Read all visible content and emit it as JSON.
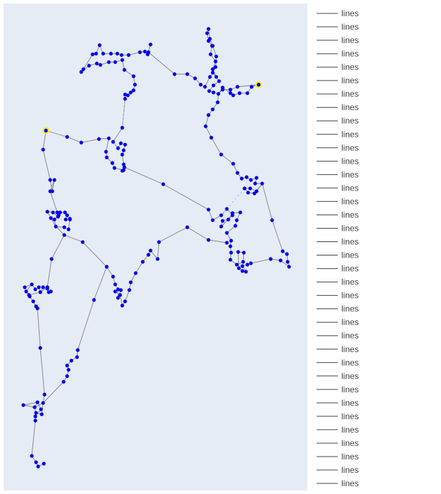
{
  "colors": {
    "plot_bg": "#e5ecf6",
    "page_bg": "#ffffff",
    "line": "#808080",
    "dash": "#a9c1dc",
    "marker": "#0000ee",
    "highlight": "#f7f21a",
    "legend_line": "#444444",
    "legend_text": "#444444"
  },
  "legend": {
    "placement": "right",
    "entries": [
      "lines",
      "lines",
      "lines",
      "lines",
      "lines",
      "lines",
      "lines",
      "lines",
      "lines",
      "lines",
      "lines",
      "lines",
      "lines",
      "lines",
      "lines",
      "lines",
      "lines",
      "lines",
      "lines",
      "lines",
      "lines",
      "lines",
      "lines",
      "lines",
      "lines",
      "lines",
      "lines",
      "lines",
      "lines",
      "lines",
      "lines",
      "lines",
      "lines",
      "lines",
      "lines",
      "lines"
    ]
  },
  "chart_data": {
    "type": "scatter",
    "title": "",
    "xlabel": "",
    "ylabel": "",
    "xlim": [
      0,
      430
    ],
    "ylim": [
      0,
      690
    ],
    "grid": false,
    "axes_visible": false,
    "dashed_segments": [
      [
        [
          172,
          135
        ],
        [
          168,
          176
        ]
      ],
      [
        [
          341,
          262
        ],
        [
          308,
          300
        ]
      ]
    ],
    "highlight": [
      [
        60,
        180
      ],
      [
        361,
        115
      ]
    ],
    "route": [
      [
        60,
        180
      ],
      [
        90,
        189
      ],
      [
        110,
        197
      ],
      [
        135,
        192
      ],
      [
        149,
        191
      ],
      [
        145,
        210
      ],
      [
        146,
        218
      ],
      [
        154,
        226
      ],
      [
        157,
        233
      ],
      [
        170,
        236
      ],
      [
        170,
        228
      ],
      [
        168,
        214
      ],
      [
        170,
        208
      ],
      [
        172,
        200
      ],
      [
        166,
        198
      ],
      [
        162,
        205
      ],
      [
        155,
        196
      ],
      [
        168,
        176
      ],
      [
        172,
        135
      ],
      [
        172,
        129
      ],
      [
        176,
        130
      ],
      [
        180,
        126
      ],
      [
        184,
        123
      ],
      [
        186,
        115
      ],
      [
        184,
        103
      ],
      [
        171,
        94
      ],
      [
        168,
        80
      ],
      [
        158,
        83
      ],
      [
        149,
        83
      ],
      [
        137,
        87
      ],
      [
        132,
        85
      ],
      [
        121,
        88
      ],
      [
        110,
        97
      ],
      [
        113,
        93
      ],
      [
        126,
        72
      ],
      [
        131,
        71
      ],
      [
        136,
        59
      ],
      [
        141,
        71
      ],
      [
        152,
        71
      ],
      [
        161,
        71
      ],
      [
        167,
        73
      ],
      [
        177,
        73
      ],
      [
        193,
        69
      ],
      [
        200,
        68
      ],
      [
        204,
        72
      ],
      [
        208,
        58
      ],
      [
        205,
        69
      ],
      [
        242,
        100
      ],
      [
        260,
        100
      ],
      [
        271,
        106
      ],
      [
        279,
        115
      ],
      [
        285,
        118
      ],
      [
        292,
        104
      ],
      [
        296,
        98
      ],
      [
        301,
        104
      ],
      [
        296,
        93
      ],
      [
        300,
        82
      ],
      [
        293,
        72
      ],
      [
        295,
        60
      ],
      [
        290,
        53
      ],
      [
        288,
        42
      ],
      [
        290,
        36
      ],
      [
        292,
        50
      ],
      [
        296,
        60
      ],
      [
        301,
        75
      ],
      [
        300,
        90
      ],
      [
        296,
        98
      ],
      [
        301,
        104
      ],
      [
        305,
        110
      ],
      [
        297,
        116
      ],
      [
        291,
        124
      ],
      [
        297,
        126
      ],
      [
        304,
        128
      ],
      [
        310,
        119
      ],
      [
        321,
        127
      ],
      [
        325,
        130
      ],
      [
        334,
        127
      ],
      [
        345,
        127
      ],
      [
        351,
        118
      ],
      [
        361,
        115
      ],
      [
        331,
        118
      ],
      [
        321,
        122
      ],
      [
        310,
        122
      ],
      [
        304,
        128
      ],
      [
        303,
        140
      ],
      [
        296,
        150
      ],
      [
        290,
        158
      ],
      [
        286,
        174
      ],
      [
        294,
        190
      ],
      [
        308,
        214
      ],
      [
        325,
        227
      ],
      [
        331,
        240
      ],
      [
        337,
        248
      ],
      [
        344,
        246
      ],
      [
        350,
        250
      ],
      [
        358,
        247
      ],
      [
        356,
        255
      ],
      [
        366,
        255
      ],
      [
        358,
        266
      ],
      [
        349,
        262
      ],
      [
        341,
        262
      ],
      [
        346,
        268
      ],
      [
        355,
        269
      ],
      [
        366,
        255
      ],
      [
        380,
        307
      ],
      [
        395,
        351
      ],
      [
        401,
        355
      ],
      [
        402,
        366
      ],
      [
        404,
        373
      ],
      [
        392,
        364
      ],
      [
        378,
        362
      ],
      [
        350,
        368
      ],
      [
        345,
        370
      ],
      [
        338,
        372
      ],
      [
        343,
        380
      ],
      [
        338,
        379
      ],
      [
        333,
        375
      ],
      [
        332,
        352
      ],
      [
        340,
        353
      ],
      [
        339,
        366
      ],
      [
        330,
        370
      ],
      [
        321,
        363
      ],
      [
        322,
        353
      ],
      [
        321,
        344
      ],
      [
        322,
        336
      ],
      [
        316,
        325
      ],
      [
        328,
        315
      ],
      [
        330,
        307
      ],
      [
        335,
        296
      ],
      [
        324,
        297
      ],
      [
        318,
        306
      ],
      [
        310,
        308
      ],
      [
        308,
        316
      ],
      [
        318,
        306
      ],
      [
        324,
        300
      ],
      [
        316,
        291
      ],
      [
        308,
        300
      ],
      [
        296,
        307
      ],
      [
        290,
        292
      ],
      [
        226,
        256
      ],
      [
        171,
        232
      ],
      [
        168,
        237
      ]
    ],
    "route2": [
      [
        60,
        180
      ],
      [
        56,
        207
      ],
      [
        66,
        250
      ],
      [
        69,
        266
      ],
      [
        72,
        250
      ],
      [
        66,
        266
      ],
      [
        76,
        296
      ],
      [
        78,
        300
      ],
      [
        72,
        306
      ],
      [
        74,
        316
      ],
      [
        86,
        317
      ],
      [
        92,
        320
      ],
      [
        94,
        306
      ],
      [
        88,
        306
      ],
      [
        90,
        300
      ],
      [
        94,
        305
      ],
      [
        87,
        296
      ],
      [
        80,
        296
      ],
      [
        77,
        302
      ],
      [
        70,
        296
      ],
      [
        62,
        295
      ],
      [
        67,
        304
      ],
      [
        74,
        316
      ],
      [
        86,
        328
      ],
      [
        68,
        362
      ],
      [
        62,
        402
      ],
      [
        52,
        409
      ],
      [
        50,
        402
      ],
      [
        45,
        405
      ],
      [
        40,
        398
      ],
      [
        32,
        408
      ],
      [
        37,
        415
      ],
      [
        42,
        422
      ],
      [
        46,
        429
      ],
      [
        48,
        432
      ],
      [
        52,
        488
      ],
      [
        58,
        554
      ],
      [
        56,
        566
      ],
      [
        54,
        582
      ],
      [
        46,
        580
      ],
      [
        44,
        572
      ],
      [
        48,
        565
      ],
      [
        53,
        575
      ],
      [
        45,
        585
      ],
      [
        45,
        591
      ],
      [
        40,
        641
      ],
      [
        46,
        650
      ],
      [
        49,
        656
      ],
      [
        57,
        652
      ]
    ],
    "route3": [
      [
        86,
        328
      ],
      [
        112,
        338
      ],
      [
        146,
        373
      ],
      [
        155,
        387
      ],
      [
        158,
        398
      ],
      [
        162,
        405
      ],
      [
        162,
        417
      ],
      [
        166,
        406
      ],
      [
        158,
        408
      ],
      [
        165,
        413
      ],
      [
        168,
        428
      ],
      [
        172,
        422
      ],
      [
        178,
        406
      ],
      [
        180,
        395
      ],
      [
        187,
        382
      ],
      [
        197,
        366
      ],
      [
        205,
        356
      ],
      [
        208,
        350
      ],
      [
        218,
        362
      ],
      [
        220,
        338
      ],
      [
        260,
        317
      ],
      [
        290,
        335
      ],
      [
        316,
        339
      ]
    ],
    "route4": [
      [
        146,
        373
      ],
      [
        128,
        420
      ],
      [
        105,
        491
      ],
      [
        104,
        501
      ],
      [
        96,
        506
      ],
      [
        90,
        513
      ],
      [
        92,
        519
      ],
      [
        90,
        528
      ],
      [
        85,
        536
      ],
      [
        56,
        566
      ],
      [
        44,
        572
      ],
      [
        28,
        569
      ],
      [
        48,
        565
      ]
    ],
    "route5": [
      [
        40,
        398
      ],
      [
        30,
        402
      ],
      [
        36,
        413
      ],
      [
        52,
        409
      ],
      [
        56,
        402
      ],
      [
        62,
        404
      ],
      [
        64,
        409
      ],
      [
        67,
        408
      ]
    ]
  }
}
